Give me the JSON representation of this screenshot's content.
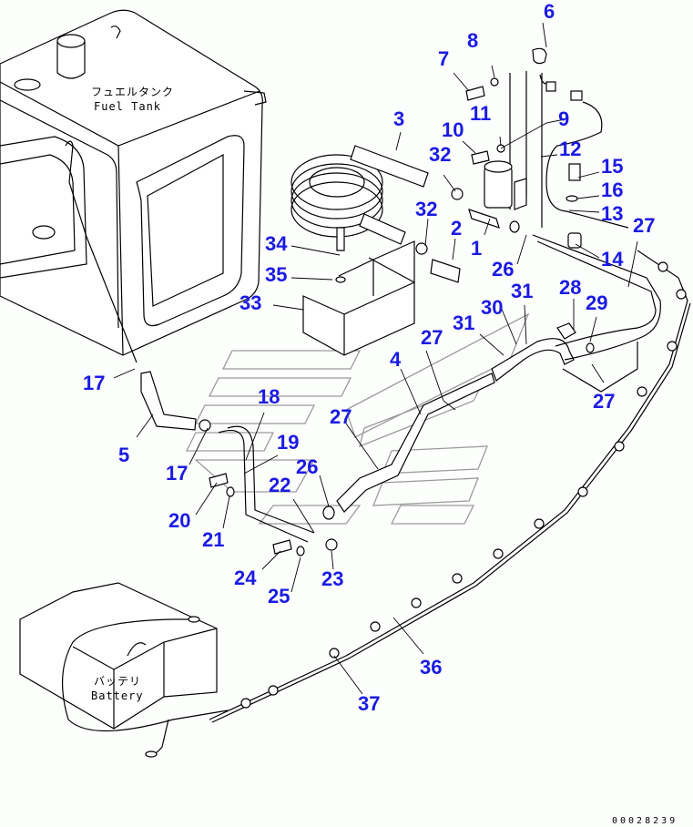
{
  "diagram": {
    "title": "Fuel Tank / Battery piping and wiring parts diagram",
    "component_captions": {
      "fuel_tank_jp": "フュエルタンク",
      "fuel_tank_en": "Fuel Tank",
      "battery_jp": "バッテリ",
      "battery_en": "Battery"
    },
    "serial_number": "00028239",
    "callout_color": "#1a1ae6",
    "callouts": [
      {
        "id": "c1",
        "label": "1"
      },
      {
        "id": "c2",
        "label": "2"
      },
      {
        "id": "c3",
        "label": "3"
      },
      {
        "id": "c4",
        "label": "4"
      },
      {
        "id": "c5",
        "label": "5"
      },
      {
        "id": "c6",
        "label": "6"
      },
      {
        "id": "c7",
        "label": "7"
      },
      {
        "id": "c8",
        "label": "8"
      },
      {
        "id": "c9",
        "label": "9"
      },
      {
        "id": "c10",
        "label": "10"
      },
      {
        "id": "c11",
        "label": "11"
      },
      {
        "id": "c12",
        "label": "12"
      },
      {
        "id": "c13",
        "label": "13"
      },
      {
        "id": "c14",
        "label": "14"
      },
      {
        "id": "c15",
        "label": "15"
      },
      {
        "id": "c16",
        "label": "16"
      },
      {
        "id": "c17a",
        "label": "17"
      },
      {
        "id": "c17b",
        "label": "17"
      },
      {
        "id": "c18",
        "label": "18"
      },
      {
        "id": "c19",
        "label": "19"
      },
      {
        "id": "c20",
        "label": "20"
      },
      {
        "id": "c21",
        "label": "21"
      },
      {
        "id": "c22",
        "label": "22"
      },
      {
        "id": "c23",
        "label": "23"
      },
      {
        "id": "c24",
        "label": "24"
      },
      {
        "id": "c25",
        "label": "25"
      },
      {
        "id": "c26a",
        "label": "26"
      },
      {
        "id": "c26b",
        "label": "26"
      },
      {
        "id": "c27a",
        "label": "27"
      },
      {
        "id": "c27b",
        "label": "27"
      },
      {
        "id": "c27c",
        "label": "27"
      },
      {
        "id": "c27d",
        "label": "27"
      },
      {
        "id": "c28",
        "label": "28"
      },
      {
        "id": "c29",
        "label": "29"
      },
      {
        "id": "c30",
        "label": "30"
      },
      {
        "id": "c31a",
        "label": "31"
      },
      {
        "id": "c31b",
        "label": "31"
      },
      {
        "id": "c32a",
        "label": "32"
      },
      {
        "id": "c32b",
        "label": "32"
      },
      {
        "id": "c33",
        "label": "33"
      },
      {
        "id": "c34",
        "label": "34"
      },
      {
        "id": "c35",
        "label": "35"
      },
      {
        "id": "c36",
        "label": "36"
      },
      {
        "id": "c37",
        "label": "37"
      }
    ]
  }
}
